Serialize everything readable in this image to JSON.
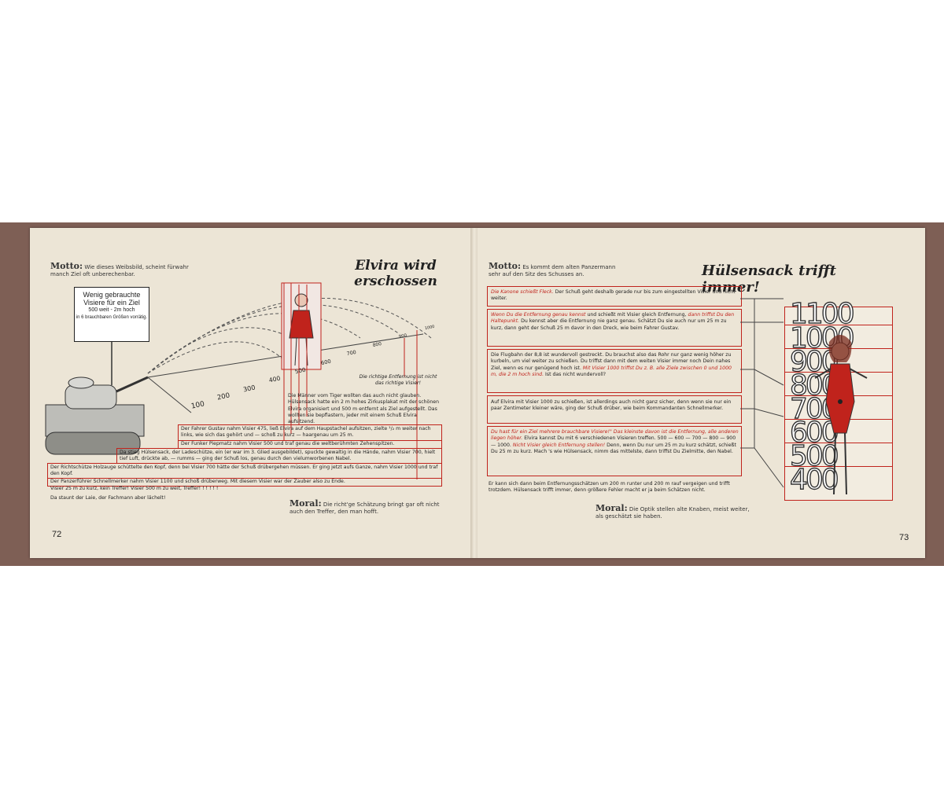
{
  "left_page": {
    "page_number": "72",
    "motto_label": "Motto:",
    "motto_text": "Wie dieses Weibsbild, scheint fürwahr manch Ziel oft unberechenbar.",
    "title": "Elvira wird erschossen",
    "sign_line1": "Wenig gebrauchte",
    "sign_line2": "Visiere für ein Ziel",
    "sign_line3": "500 weit - 2m hoch",
    "sign_line4": "in 6 brauchbaren Größen vorrätig.",
    "range_labels": [
      "100",
      "200",
      "300",
      "400",
      "500",
      "600",
      "700",
      "800",
      "900",
      "1000"
    ],
    "red_note": "Die richtige Entfernung ist nicht das richtige Visier!",
    "paragraph1": "Die Männer vom Tiger wollten das auch nicht glauben. Hülsensack hatte ein 2 m hohes Zirkusplakat mit der schönen Elvira organisiert und 500 m entfernt als Ziel aufgestellt. Das wollten sie bepflastern, jeder mit einem Schuß Elvira aufsitzend.",
    "line_fahrer": "Der Fahrer Gustav nahm Visier 475, ließ Elvira auf dem Haupstachel aufsitzen, zielte ¹/₂ m weiter nach links, wie sich das gehört und — schoß zu kurz — haargenau um 25 m.",
    "line_funker": "Der Funker Piepmatz nahm Visier 500 und traf genau die weltberühmten Zehenspitzen.",
    "line_lader": "Da stieg Hülsensack, der Ladeschütze, ein (er war im 3. Glied ausgebildet), spuckte gewaltig in die Hände, nahm Visier 700, hielt tief Luft, drückte ab, — rumms — ging der Schuß los, genau durch den vielumworbenen Nabel.",
    "line_richt": "Der Richtschütze Holzauge schüttelte den Kopf, denn bei Visier 700 hätte der Schuß drübergehen müssen. Er ging jetzt aufs Ganze, nahm Visier 1000 und traf den Kopf.",
    "line_panzer": "Der Panzerführer Schnellmerker nahm Visier 1100 und schoß drüberweg. Mit diesem Visier war der Zauber also zu Ende.",
    "line_visier": "Visier 25 m zu kurz, kein Treffer! Visier 500 m zu weit, Treffer! ! ! ! ! !",
    "line_laie": "Da staunt der Laie, der Fachmann aber lächelt!",
    "moral_label": "Moral:",
    "moral_text": "Die richt'ge Schätzung bringt gar oft nicht auch den Treffer, den man hofft."
  },
  "right_page": {
    "page_number": "73",
    "motto_label": "Motto:",
    "motto_text": "Es kommt dem alten Panzermann sehr auf den Sitz des Schusses an.",
    "title": "Hülsensack trifft immer!",
    "box1_red": "Die Kanone schießt Fleck.",
    "box1_text": "Der Schuß geht deshalb gerade nur bis zum eingestellten Visier und nicht weiter.",
    "box2_red": "Wenn Du die Entfernung genau kennst",
    "box2_text": "und schießt mit Visier gleich Entfernung,",
    "box2_red2": "dann triffst Du den Haltepunkt.",
    "box2_text2": "Du kennst aber die Entfernung nie ganz genau. Schätzt Du sie auch nur um 25 m zu kurz, dann geht der Schuß 25 m davor in den Dreck, wie beim Fahrer Gustav.",
    "box3_text": "Die Flugbahn der 8,8 ist wundervoll gestreckt. Du brauchst also das Rohr nur ganz wenig höher zu kurbeln, um viel weiter zu schießen. Du triffst dann mit dem weiten Visier immer noch Dein nahes Ziel, wenn es nur genügend hoch ist.",
    "box3_red": "Mit Visier 1000 triffst Du z. B. alle Ziele zwischen 0 und 1000 m, die 2 m hoch sind.",
    "box3_text2": "Ist das nicht wundervoll?",
    "box4_text": "Auf Elvira mit Visier 1000 zu schießen, ist allerdings auch nicht ganz sicher, denn wenn sie nur ein paar Zentimeter kleiner wäre, ging der Schuß drüber, wie beim Kommandanten Schnellmerker.",
    "box5_red": "Du hast für ein Ziel mehrere brauchbare Visiere!\" Das kleinste davon ist die Entfernung, alle anderen liegen höher.",
    "box5_text": "Elvira kannst Du mit 6 verschiedenen Visieren treffen. 500 — 600 — 700 — 800 — 900 — 1000.",
    "box5_red2": "Nicht Visier gleich Entfernung stellen!",
    "box5_text2": "Denn, wenn Du nur um 25 m zu kurz schätzt, schießt Du 25 m zu kurz. Mach 's wie Hülsensack, nimm das mittelste, dann triffst Du Zielmitte, den Nabel.",
    "after_text": "Er kann sich dann beim Entfernungsschätzen um 200 m runter und 200 m rauf vergeigen und trifft trotzdem. Hülsensack trifft immer, denn größere Fehler macht er ja beim Schätzen nicht.",
    "moral_label": "Moral:",
    "moral_text": "Die Optik stellen alte Knaben, meist weiter, als geschätzt sie haben.",
    "target_numbers": [
      "1100",
      "1000",
      "900",
      "800",
      "700",
      "600",
      "500",
      "400"
    ]
  },
  "colors": {
    "accent_red": "#c0231c",
    "paper": "#ece5d6",
    "cover": "#7e5f55"
  }
}
